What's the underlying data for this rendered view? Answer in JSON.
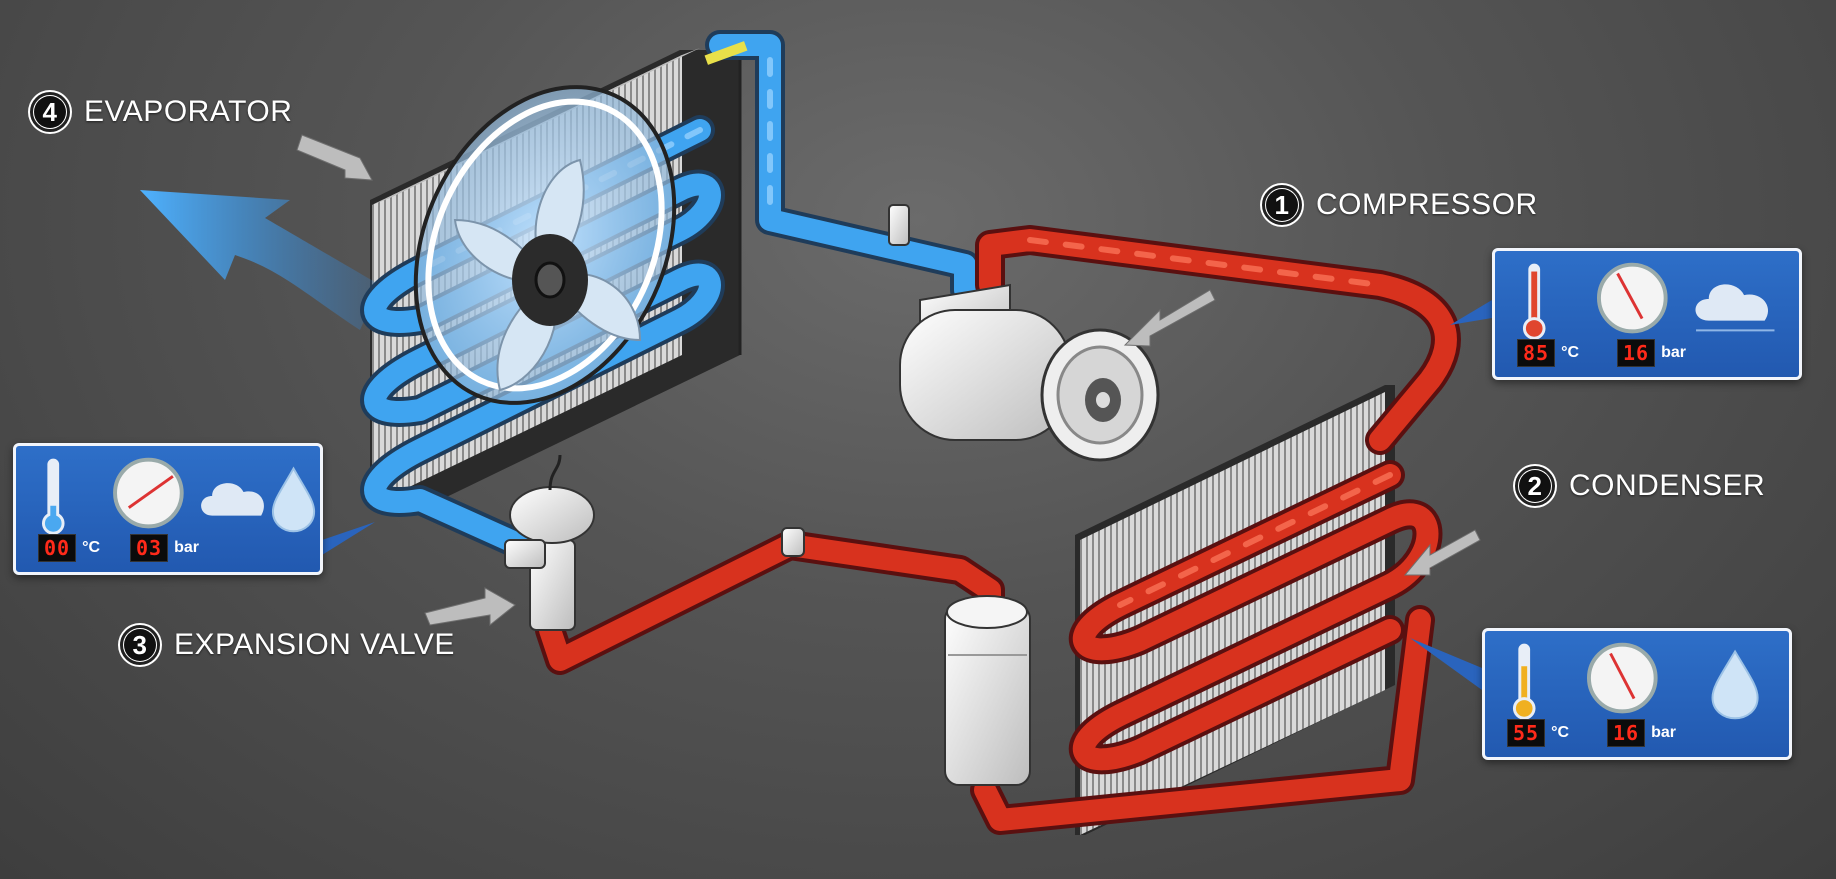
{
  "labels": {
    "evaporator": {
      "num": "4",
      "text": "EVAPORATOR"
    },
    "compressor": {
      "num": "1",
      "text": "COMPRESSOR"
    },
    "condenser": {
      "num": "2",
      "text": "CONDENSER"
    },
    "expansion": {
      "num": "3",
      "text": "EXPANSION VALVE"
    }
  },
  "panels": {
    "evaporator": {
      "temp": "00",
      "temp_unit": "°C",
      "pressure": "03",
      "pressure_unit": "bar",
      "thermometer_color": "#4aa8f0",
      "icons": [
        "thermometer-icon",
        "gauge-icon",
        "cloud-icon",
        "droplet-icon"
      ]
    },
    "compressor": {
      "temp": "85",
      "temp_unit": "°C",
      "pressure": "16",
      "pressure_unit": "bar",
      "thermometer_color": "#e0462e",
      "icons": [
        "thermometer-icon",
        "gauge-icon",
        "cloud-icon"
      ]
    },
    "condenser": {
      "temp": "55",
      "temp_unit": "°C",
      "pressure": "16",
      "pressure_unit": "bar",
      "thermometer_color": "#f0b020",
      "icons": [
        "thermometer-icon",
        "gauge-icon",
        "droplet-icon"
      ]
    }
  },
  "colors": {
    "cold_pipe": "#3fa4f0",
    "hot_pipe": "#d8321e",
    "panel_bg": "#2a64bd"
  }
}
